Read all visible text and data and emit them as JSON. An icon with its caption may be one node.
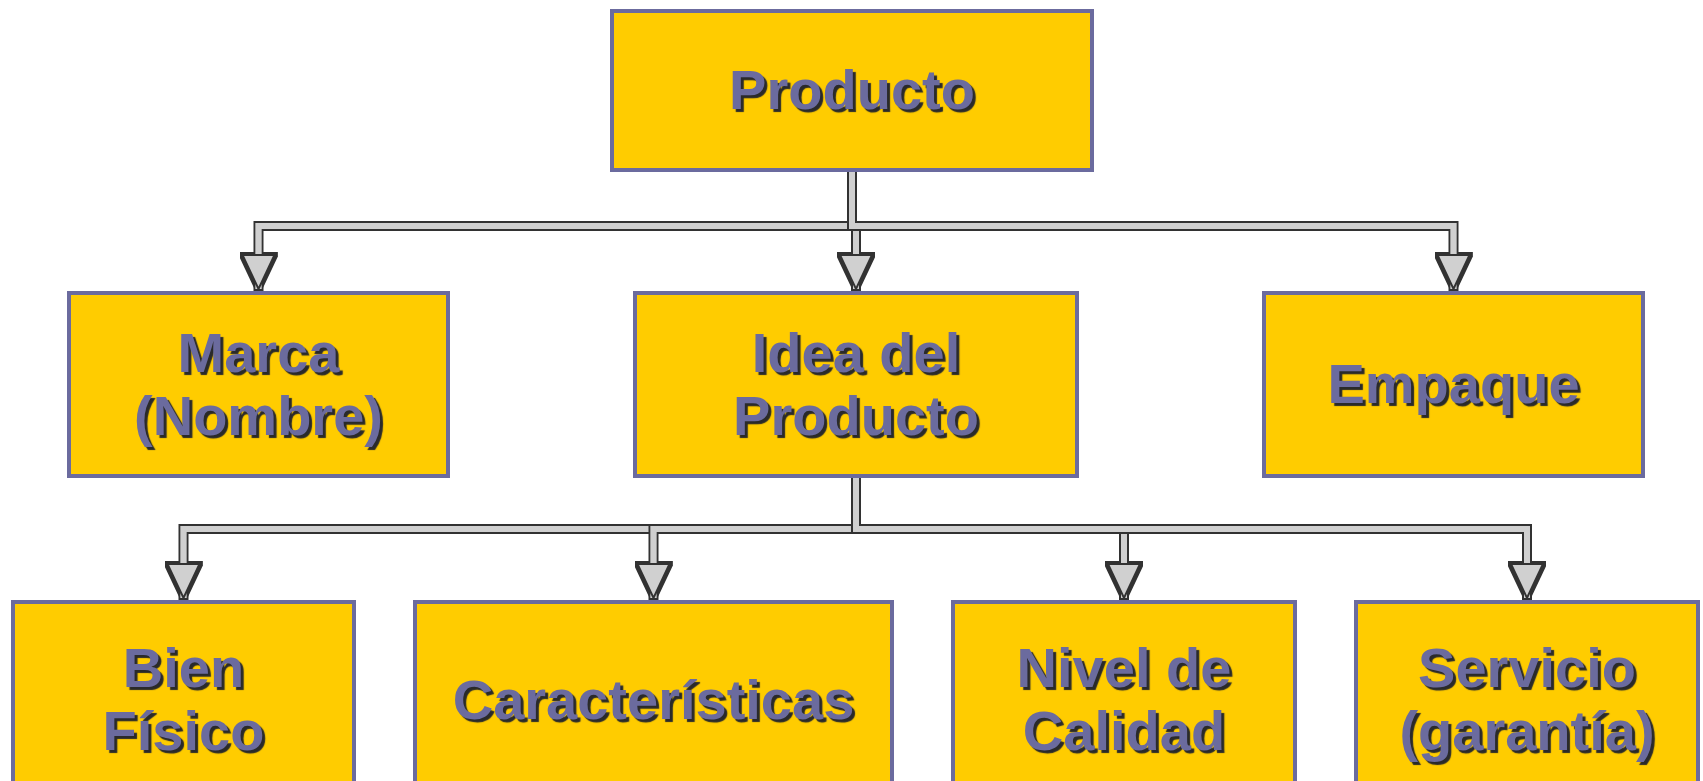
{
  "diagram": {
    "nodes": [
      {
        "text": [
          "Producto"
        ]
      },
      {
        "text": [
          "Marca (Nombre)"
        ]
      },
      {
        "text": [
          "Idea del Producto"
        ]
      },
      {
        "text": [
          "Empaque"
        ]
      },
      {
        "text": [
          "Bien Físico"
        ]
      },
      {
        "text": [
          "Características"
        ]
      },
      {
        "text": [
          "Nivel de Calidad"
        ]
      },
      {
        "text": [
          "Servicio (garantía)"
        ]
      }
    ],
    "edges": [
      {
        "from": 0,
        "to": 1,
        "arrow": "to"
      },
      {
        "from": 0,
        "to": 2,
        "arrow": "to"
      },
      {
        "from": 0,
        "to": 3,
        "arrow": "to"
      },
      {
        "from": 2,
        "to": 4,
        "arrow": "to"
      },
      {
        "from": 2,
        "to": 5,
        "arrow": "to"
      },
      {
        "from": 2,
        "to": 6,
        "arrow": "to"
      },
      {
        "from": 2,
        "to": 7,
        "arrow": "to"
      }
    ]
  }
}
